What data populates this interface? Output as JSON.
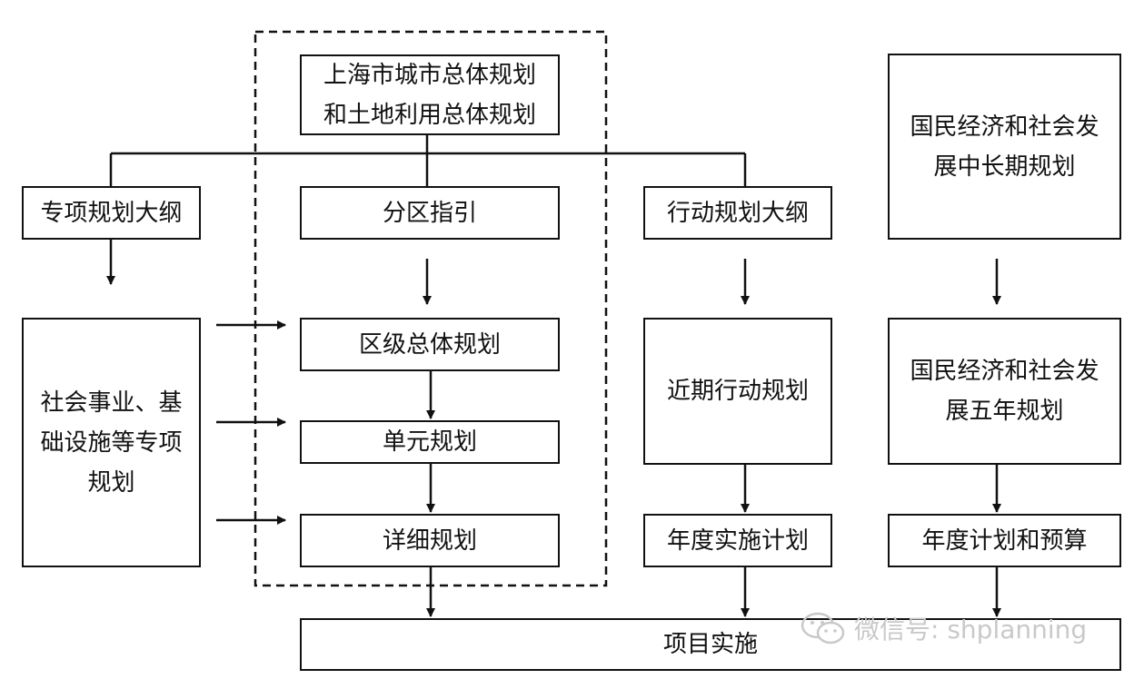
{
  "boxes": {
    "master_plan": "上海市城市总体规划\n和土地利用总体规划",
    "special_outline": "专项规划大纲",
    "district_guide": "分区指引",
    "action_outline": "行动规划大纲",
    "national_long_term": "国民经济和社会发\n展中长期规划",
    "special_plans": "社会事业、基\n础设施等专项\n规划",
    "district_master": "区级总体规划",
    "unit_plan": "单元规划",
    "detailed_plan": "详细规划",
    "near_term_action": "近期行动规划",
    "national_five_year": "国民经济和社会发\n展五年规划",
    "annual_implementation": "年度实施计划",
    "annual_budget": "年度计划和预算",
    "project_implementation": "项目实施"
  },
  "watermark": {
    "text": "微信号: shplanning",
    "icon": "wechat-icon"
  }
}
